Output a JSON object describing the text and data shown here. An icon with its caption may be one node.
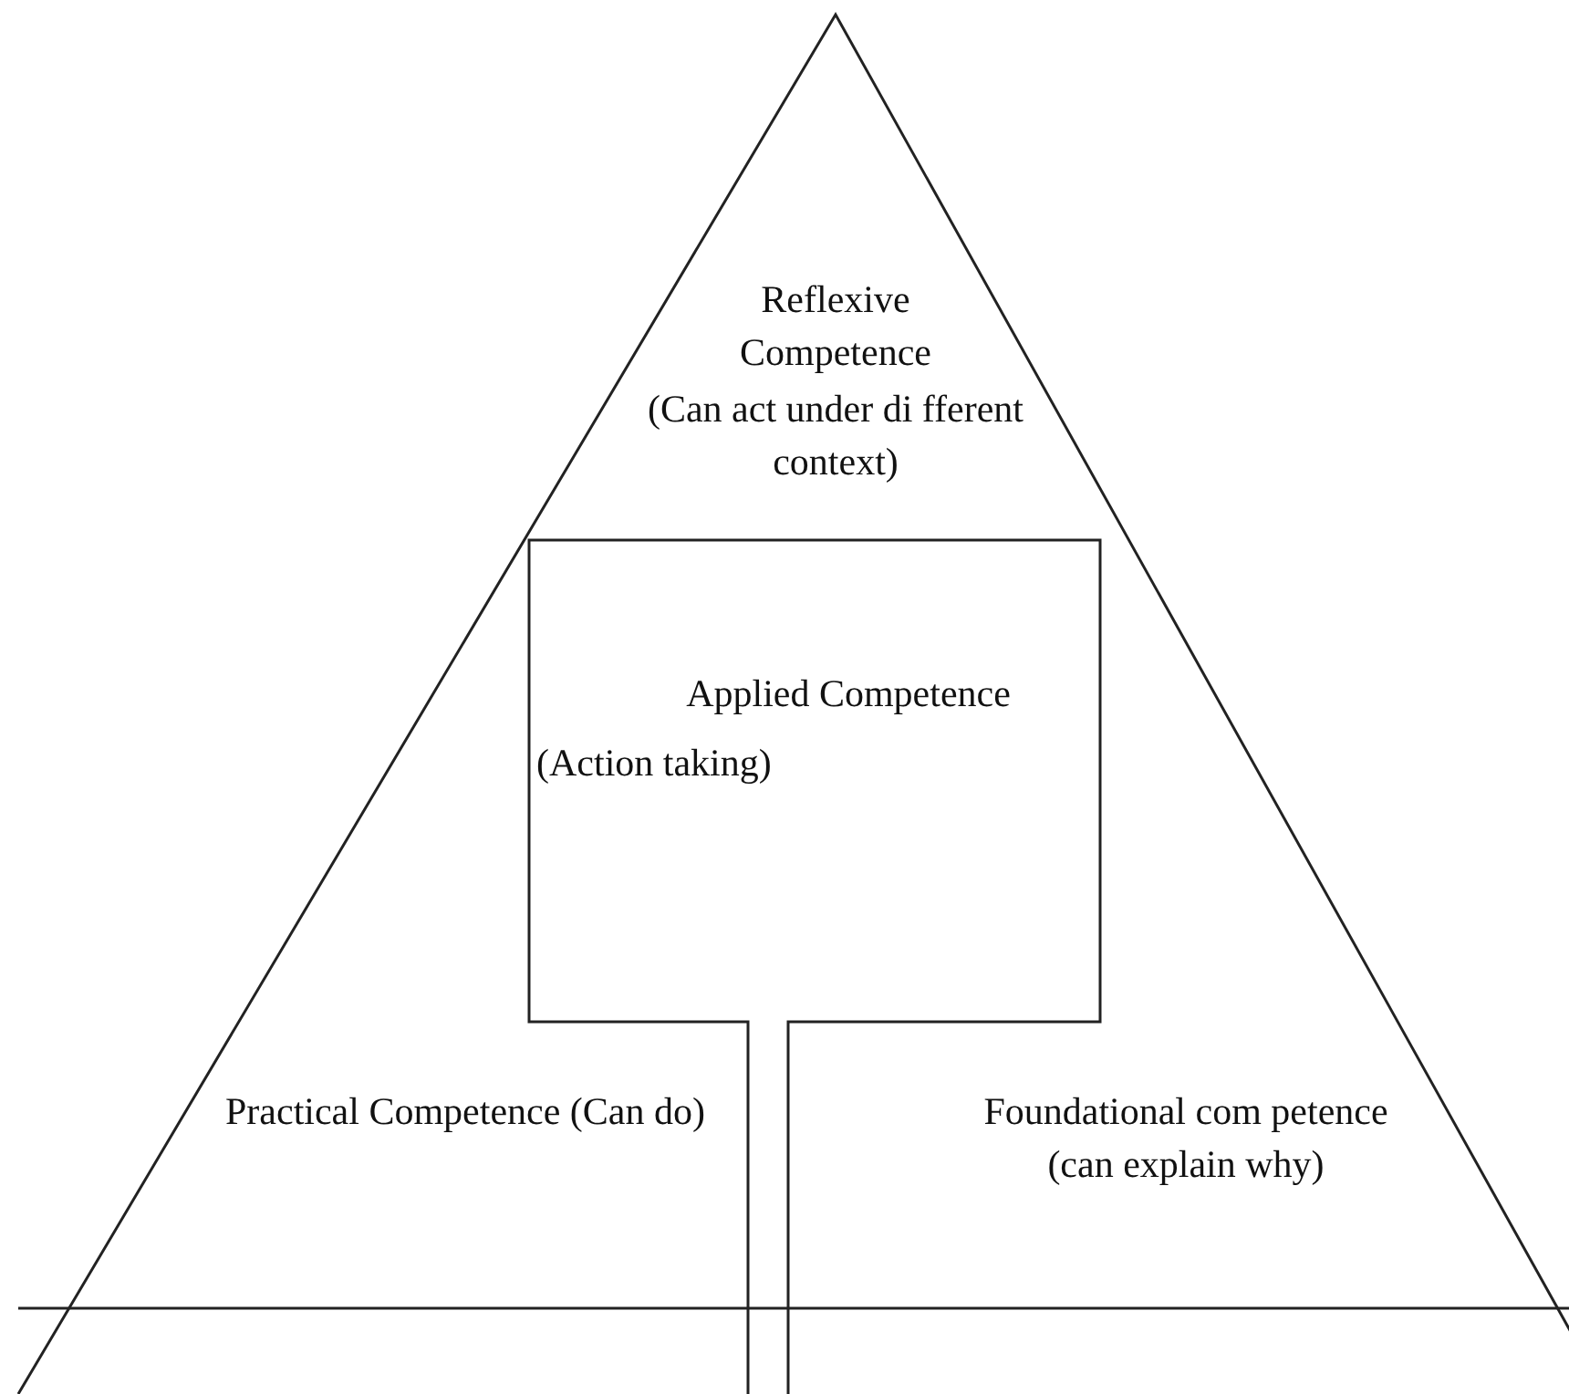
{
  "diagram": {
    "nodes": [
      {
        "text": [
          "Reflexive Competence",
          "(Can act under di fferent context)"
        ]
      },
      {
        "text": [
          "Applied Competence",
          "(Action taking)"
        ],
        "in": 0
      }
    ],
    "edges": [],
    "labels": [
      "Practical Competence (Can do)",
      "Foundational com petence (can explain why)"
    ]
  }
}
